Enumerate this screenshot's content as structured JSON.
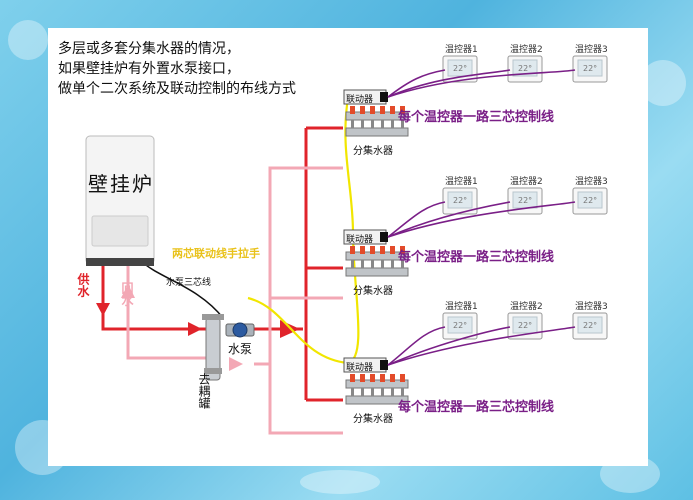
{
  "title_lines": [
    "多层或多套分集水器的情况，",
    "如果壁挂炉有外置水泵接口，",
    "做单个二次系统及联动控制的布线方式"
  ],
  "boiler": {
    "label": "壁挂炉"
  },
  "supply_label": "供水",
  "return_label": "回水",
  "pump_wire_label": "水泵三芯线",
  "linkage_wire_label": "两芯联动线手拉手",
  "pump_label": "水泵",
  "decoupler_label": "去耦罐",
  "floors": [
    {
      "controller_label": "联动器",
      "manifold_label": "分集水器",
      "note": "每个温控器一路三芯控制线",
      "thermostats": [
        {
          "label": "温控器1",
          "display": "22°"
        },
        {
          "label": "温控器2",
          "display": "22°"
        },
        {
          "label": "温控器3",
          "display": "22°"
        }
      ]
    },
    {
      "controller_label": "联动器",
      "manifold_label": "分集水器",
      "note": "每个温控器一路三芯控制线",
      "thermostats": [
        {
          "label": "温控器1",
          "display": "22°"
        },
        {
          "label": "温控器2",
          "display": "22°"
        },
        {
          "label": "温控器3",
          "display": "22°"
        }
      ]
    },
    {
      "controller_label": "联动器",
      "manifold_label": "分集水器",
      "note": "每个温控器一路三芯控制线",
      "thermostats": [
        {
          "label": "温控器1",
          "display": "22°"
        },
        {
          "label": "温控器2",
          "display": "22°"
        },
        {
          "label": "温控器3",
          "display": "22°"
        }
      ]
    }
  ],
  "colors": {
    "supply": "#e0242b",
    "return": "#f3a8b5",
    "linkage_wire": "#f1e600",
    "control_wire": "#7a1f87",
    "pump_wire": "#111111"
  }
}
